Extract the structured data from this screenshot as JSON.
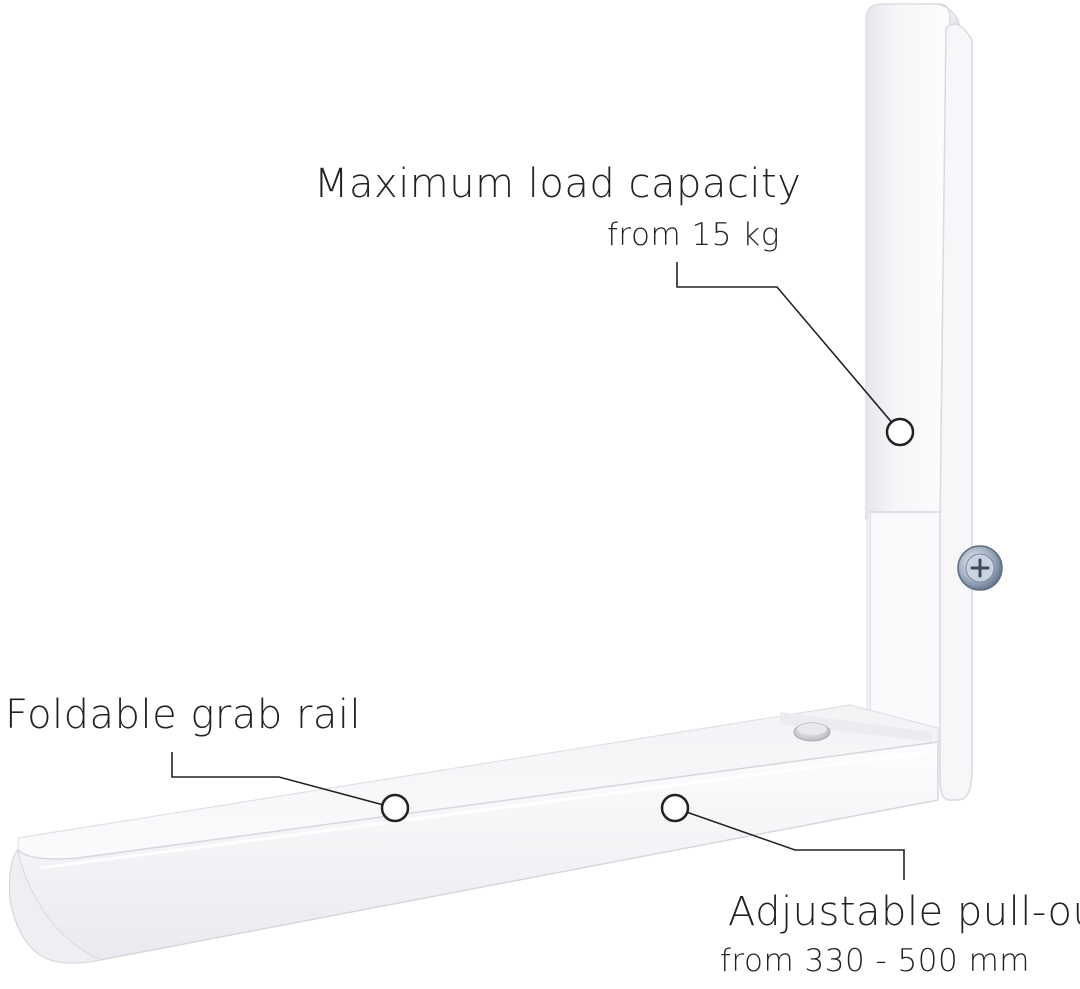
{
  "image": {
    "subject": "white foldable wall bracket",
    "background_color": "#ffffff",
    "bracket_color": "#f4f4f7",
    "callout_color": "#222222"
  },
  "callouts": {
    "load": {
      "title": "Maximum load capacity",
      "detail": "from 15 kg"
    },
    "rail": {
      "title": "Foldable grab rail"
    },
    "pullout": {
      "title": "Adjustable pull-out",
      "detail": "from 330 - 500 mm"
    }
  }
}
